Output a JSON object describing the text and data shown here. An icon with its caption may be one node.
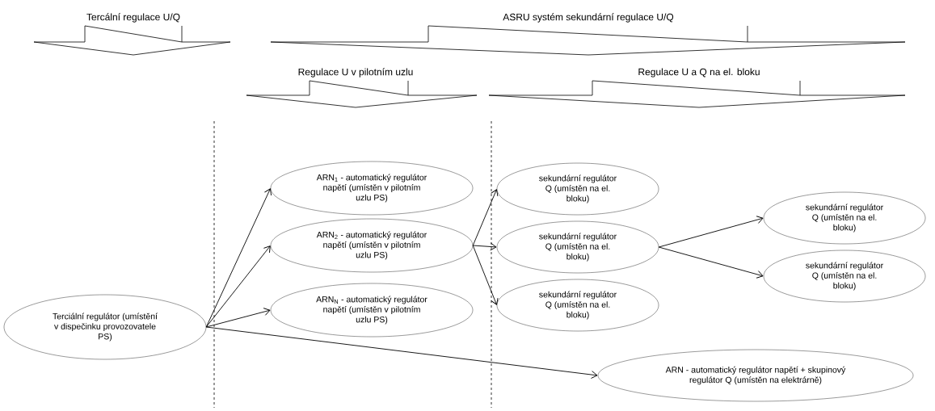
{
  "diagram": {
    "nodes": [
      {
        "text": [
          "Terciální regulátor (umístění v dispečinku provozovatele PS)"
        ]
      },
      {
        "text": [
          "ARN$_{1}$ - automatický regulátor napětí (umístěn v pilotním uzlu PS)"
        ]
      },
      {
        "text": [
          "ARN$_{2}$ - automatický regulátor napětí (umístěn v pilotním uzlu PS)"
        ]
      },
      {
        "text": [
          "ARN$_{N}$ - automatický regulátor napětí (umístěn v pilotním uzlu PS)"
        ]
      },
      {
        "text": [
          "sekundární regulátor Q (umístěn na el. bloku)"
        ]
      },
      {
        "text": [
          "sekundární regulátor Q (umístěn na el. bloku)"
        ]
      },
      {
        "text": [
          "sekundární regulátor Q (umístěn na el. bloku)"
        ]
      },
      {
        "text": [
          "sekundární regulátor Q (umístěn na el. bloku)"
        ]
      },
      {
        "text": [
          "sekundární regulátor Q (umístěn na el. bloku)"
        ]
      },
      {
        "text": [
          "ARN - automatický regulátor napětí + skupinový regulátor Q (umístěn na elektrárně)"
        ]
      }
    ],
    "edges": [
      {
        "from": 0,
        "to": 1,
        "arrow": "to"
      },
      {
        "from": 0,
        "to": 2,
        "arrow": "to"
      },
      {
        "from": 0,
        "to": 3,
        "arrow": "to"
      },
      {
        "from": 0,
        "to": 9,
        "arrow": "to"
      },
      {
        "from": 2,
        "to": 4,
        "arrow": "to"
      },
      {
        "from": 2,
        "to": 5,
        "arrow": "to"
      },
      {
        "from": 2,
        "to": 6,
        "arrow": "to"
      },
      {
        "from": 5,
        "to": 7,
        "arrow": "to"
      },
      {
        "from": 5,
        "to": 8,
        "arrow": "to"
      }
    ],
    "labels": [
      "Tercální regulace U/Q",
      "ASRU systém sekundární regulace U/Q",
      "Regulace U v pilotním uzlu",
      "Regulace U a Q na el. bloku"
    ]
  }
}
